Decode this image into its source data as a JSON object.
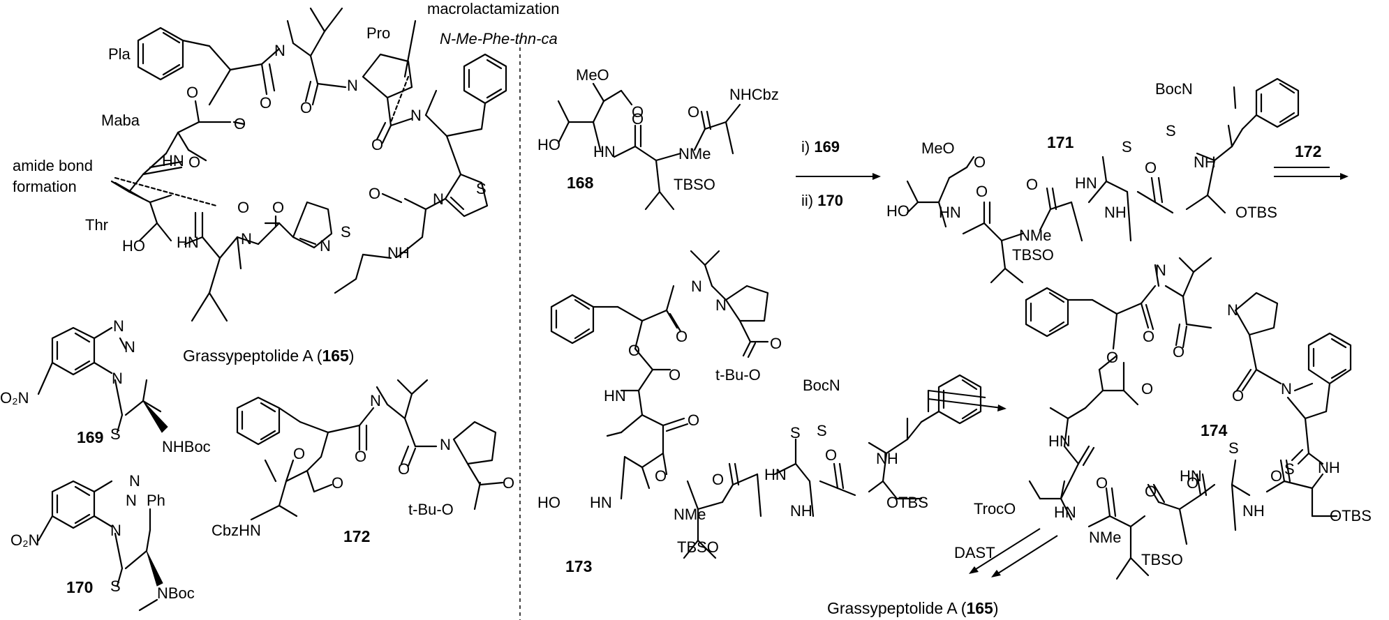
{
  "left_panel": {
    "labels": {
      "macrolactamization": "macrolactamization",
      "n_me_phe": "N-Me-Phe-thn-ca",
      "pla": "Pla",
      "pro": "Pro",
      "maba": "Maba",
      "amide_bond": "amide bond",
      "formation": "formation",
      "thr": "Thr"
    },
    "atoms": {
      "n": "N",
      "o": "O",
      "s": "S",
      "ho": "HO",
      "hn": "HN",
      "nh": "NH"
    },
    "target_name": "Grassypeptolide A (",
    "target_number": "165",
    "target_close": ")"
  },
  "reagents": {
    "c169": {
      "number": "169",
      "no2": "O₂N",
      "nhboc": "NHBoc"
    },
    "c170": {
      "number": "170",
      "no2": "O₂N",
      "ph": "Ph",
      "nboc": "NBoc"
    },
    "c172": {
      "number": "172",
      "cbzhn": "CbzHN",
      "tbu": "t-Bu-O"
    }
  },
  "right_panel": {
    "c168": {
      "number": "168",
      "meo": "MeO",
      "nhcbz": "NHCbz",
      "nme": "NMe",
      "tbso": "TBSO",
      "ho": "HO",
      "hn": "HN"
    },
    "step1": {
      "line1_prefix": "i) ",
      "line1_number": "169",
      "line2_prefix": "ii) ",
      "line2_number": "170"
    },
    "c171": {
      "number": "171",
      "meo": "MeO",
      "bocn": "BocN",
      "nme": "NMe",
      "tbso": "TBSO",
      "otbs": "OTBS"
    },
    "step2": {
      "number": "172"
    },
    "c173": {
      "number": "173",
      "bocn": "BocN",
      "tbu": "t-Bu-O",
      "nme": "NMe",
      "tbso": "TBSO",
      "otbs": "OTBS"
    },
    "c174": {
      "number": "174",
      "troco": "TrocO",
      "nme": "NMe",
      "tbso": "TBSO",
      "otbs": "OTBS"
    },
    "final": {
      "reagent": "DAST",
      "product_name": "Grassypeptolide A (",
      "product_number": "165",
      "product_close": ")"
    }
  }
}
